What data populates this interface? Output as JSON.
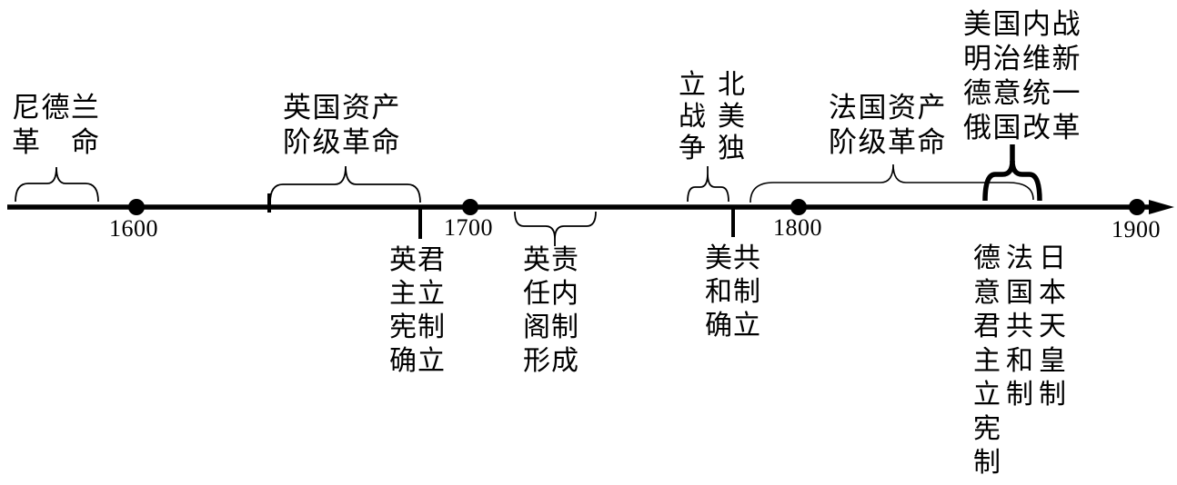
{
  "figure": {
    "type": "history-timeline",
    "axis_years": [
      "1600",
      "1700",
      "1800",
      "1900"
    ],
    "colors": {
      "ink": "#000000",
      "background": "#ffffff"
    }
  },
  "labels": {
    "netherlands": "尼德兰\n革　命",
    "england": "英国资产\n阶级革命",
    "na_col_left": "立\n战\n争",
    "na_col_right": "北\n美\n独",
    "france": "法国资产\n阶级革命",
    "reforms": "美国内战\n明治维新\n德意统一\n俄国改革",
    "uk_monarchy": "英君\n主立\n宪制\n确立",
    "uk_cabinet": "英责\n任内\n阁制\n形成",
    "us_republic": "美共\n和制\n确立",
    "germany": "德\n意\n君\n主\n立\n宪\n制",
    "france_republic": "法\n国\n共\n和\n制",
    "japan": "日\n本\n天\n皇\n制"
  },
  "readings": {
    "netherlands": "尼德兰革命",
    "england": "英国资产阶级革命",
    "uk_monarchy": "英君主立宪制确立",
    "uk_cabinet": "英责任内阁制形成",
    "north_america": "北美独立战争",
    "us_republic": "美共和制确立",
    "france": "法国资产阶级革命",
    "reform_events": [
      "美国内战",
      "明治维新",
      "德意统一",
      "俄国改革"
    ],
    "germany": "德意君主立宪制",
    "france_republic": "法国共和制",
    "japan": "日本天皇制"
  }
}
